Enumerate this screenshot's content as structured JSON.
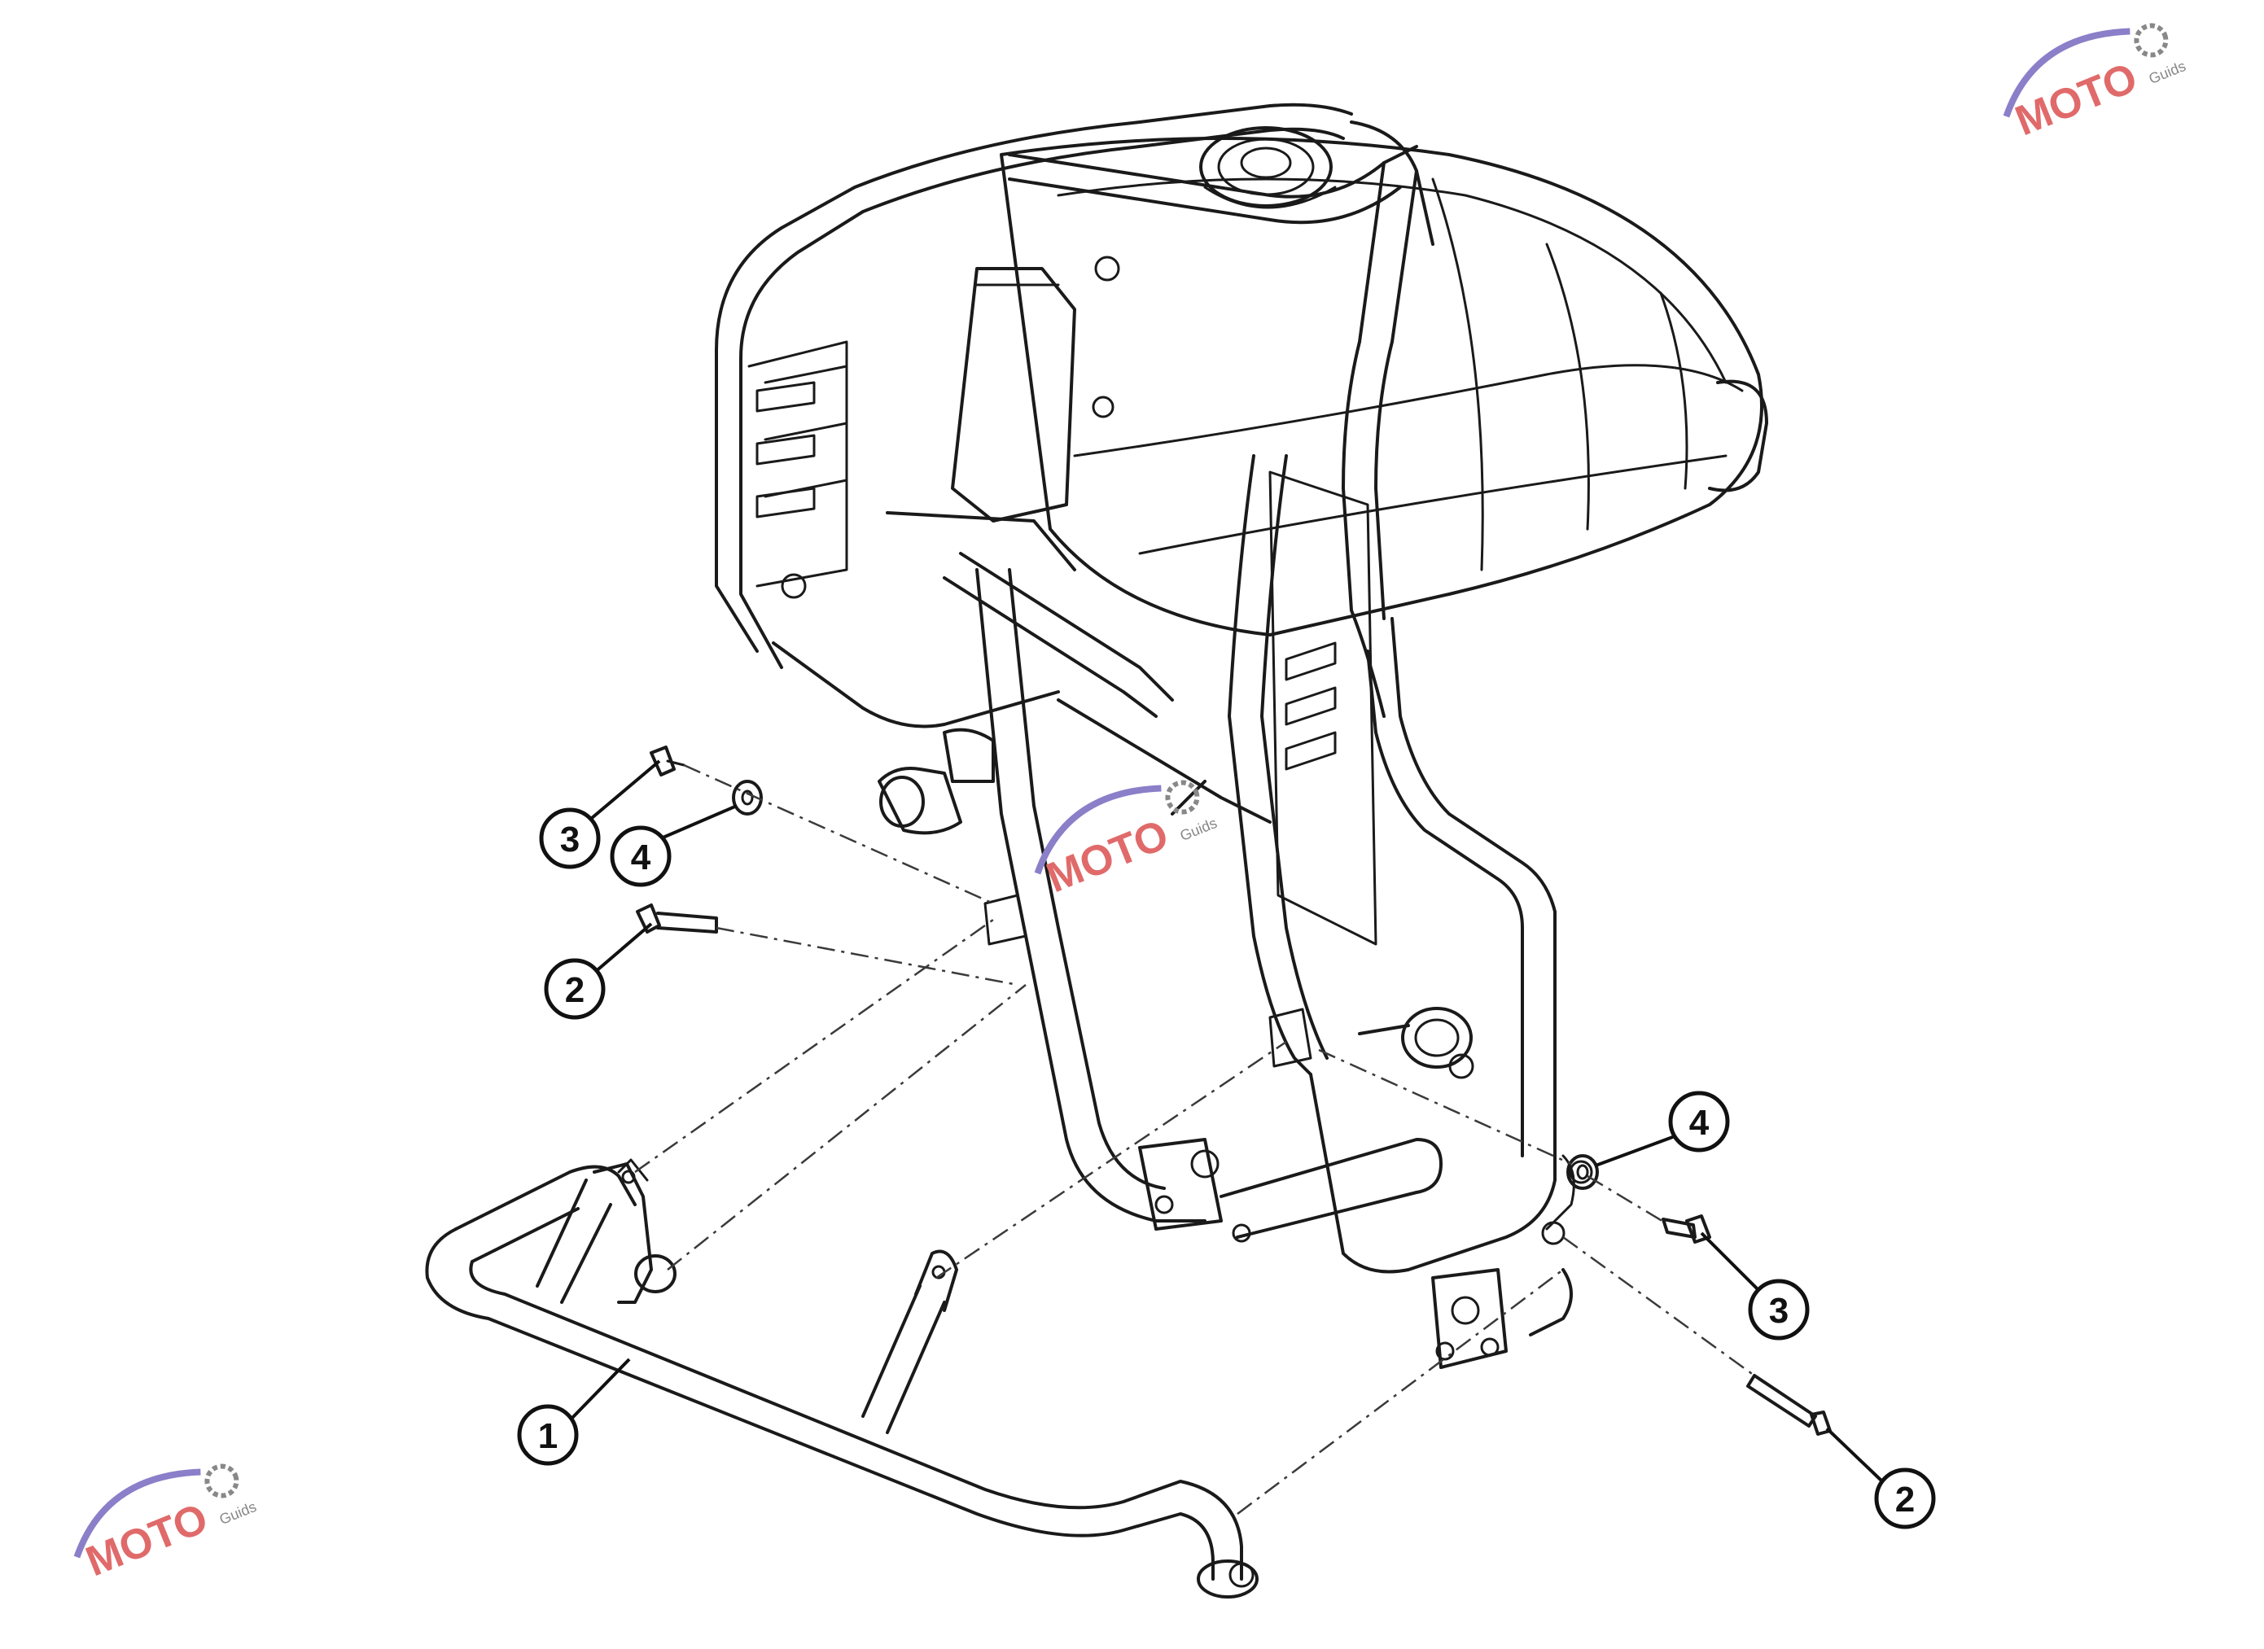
{
  "callouts": [
    {
      "id": "c1",
      "label": "1"
    },
    {
      "id": "c2a",
      "label": "2"
    },
    {
      "id": "c2b",
      "label": "2"
    },
    {
      "id": "c3a",
      "label": "3"
    },
    {
      "id": "c3b",
      "label": "3"
    },
    {
      "id": "c4a",
      "label": "4"
    },
    {
      "id": "c4b",
      "label": "4"
    }
  ],
  "watermark": {
    "brand": "MOTO",
    "sub": "Guids",
    "brand_color": "#e06a6a",
    "swoosh_color": "#8a7fc8"
  }
}
